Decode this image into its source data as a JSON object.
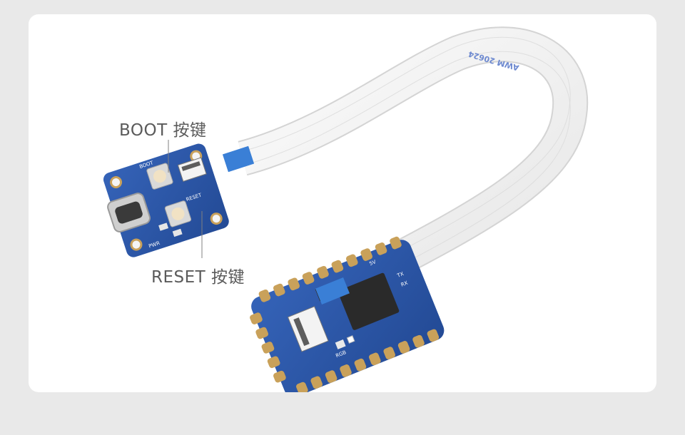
{
  "labels": {
    "boot": "BOOT 按键",
    "reset": "RESET 按键"
  },
  "cable": {
    "marking": "AWM 20624"
  },
  "small_board": {
    "silk_boot": "BOOT",
    "silk_reset": "RESET",
    "silk_pwr": "PWR"
  },
  "main_board": {
    "silk_tx": "TX",
    "silk_rx": "RX",
    "silk_rgb": "RGB",
    "silk_5v": "5V"
  },
  "colors": {
    "background": "#e9e9e9",
    "card": "#ffffff",
    "pcb_blue": "#2d57a8",
    "gold_pad": "#c9a15a",
    "cable_white": "#f1f1f1",
    "cable_blue_tip": "#3a7fd6"
  }
}
